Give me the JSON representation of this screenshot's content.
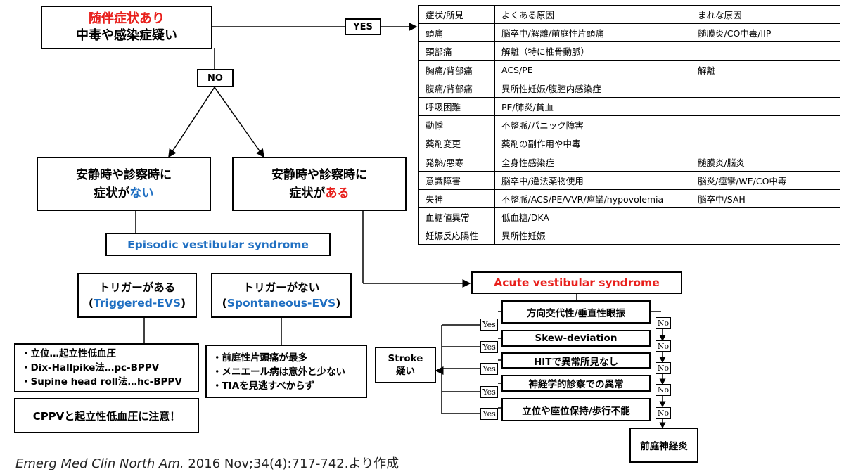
{
  "top_box": {
    "line1": "随伴症状あり",
    "line2": "中毒や感染症疑い"
  },
  "yes_label": "YES",
  "no_label": "NO",
  "no_symptom_box": {
    "line1": "安静時や診察時に",
    "line2_a": "症状が",
    "line2_b": "ない"
  },
  "symptom_box": {
    "line1": "安静時や診察時に",
    "line2_a": "症状が",
    "line2_b": "ある"
  },
  "evs_box": "Episodic vestibular syndrome",
  "triggered_box": {
    "line1": "トリガーがある",
    "open": "(",
    "term": "Triggered-EVS",
    "close": ")"
  },
  "spontaneous_box": {
    "line1": "トリガーがない",
    "open": "(",
    "term": "Spontaneous-EVS",
    "close": ")"
  },
  "triggered_list": [
    "・立位…起立性低血圧",
    "・Dix-Hallpike法…pc-BPPV",
    "・Supine head roll法…hc-BPPV"
  ],
  "spontaneous_list": [
    "・前庭性片頭痛が最多",
    "・メニエール病は意外と少ない",
    "・TIAを見逃すべからず"
  ],
  "cppv_note": "CPPVと起立性低血圧に注意！",
  "avs_box": "Acute vestibular syndrome",
  "stroke_box": {
    "line1": "Stroke",
    "line2": "疑い"
  },
  "avs_steps": [
    "方向交代性/垂直性眼振",
    "Skew-deviation",
    "HITで異常所見なし",
    "神経学的診察での異常",
    "立位や座位保持/歩行不能"
  ],
  "step_yes_label": "Yes",
  "step_no_label": "No",
  "final_box": "前庭神経炎",
  "citation": {
    "journal": "Emerg Med Clin North Am.",
    "rest": " 2016 Nov;34(4):717-742.より作成"
  },
  "table": {
    "headers": [
      "症状/所見",
      "よくある原因",
      "まれな原因"
    ],
    "rows": [
      [
        "頭痛",
        "脳卒中/解離/前庭性片頭痛",
        "髄膜炎/CO中毒/IIP"
      ],
      [
        "頸部痛",
        "解離（特に椎骨動脈）",
        ""
      ],
      [
        "胸痛/背部痛",
        "ACS/PE",
        "解離"
      ],
      [
        "腹痛/背部痛",
        "異所性妊娠/腹腔内感染症",
        ""
      ],
      [
        "呼吸困難",
        "PE/肺炎/貧血",
        ""
      ],
      [
        "動悸",
        "不整脈/パニック障害",
        ""
      ],
      [
        "薬剤変更",
        "薬剤の副作用や中毒",
        ""
      ],
      [
        "発熱/悪寒",
        "全身性感染症",
        "髄膜炎/脳炎"
      ],
      [
        "意識障害",
        "脳卒中/違法薬物使用",
        "脳炎/痙攣/WE/CO中毒"
      ],
      [
        "失神",
        "不整脈/ACS/PE/VVR/痙攣/hypovolemia",
        "脳卒中/SAH"
      ],
      [
        "血糖値異常",
        "低血糖/DKA",
        ""
      ],
      [
        "妊娠反応陽性",
        "異所性妊娠",
        ""
      ]
    ]
  }
}
